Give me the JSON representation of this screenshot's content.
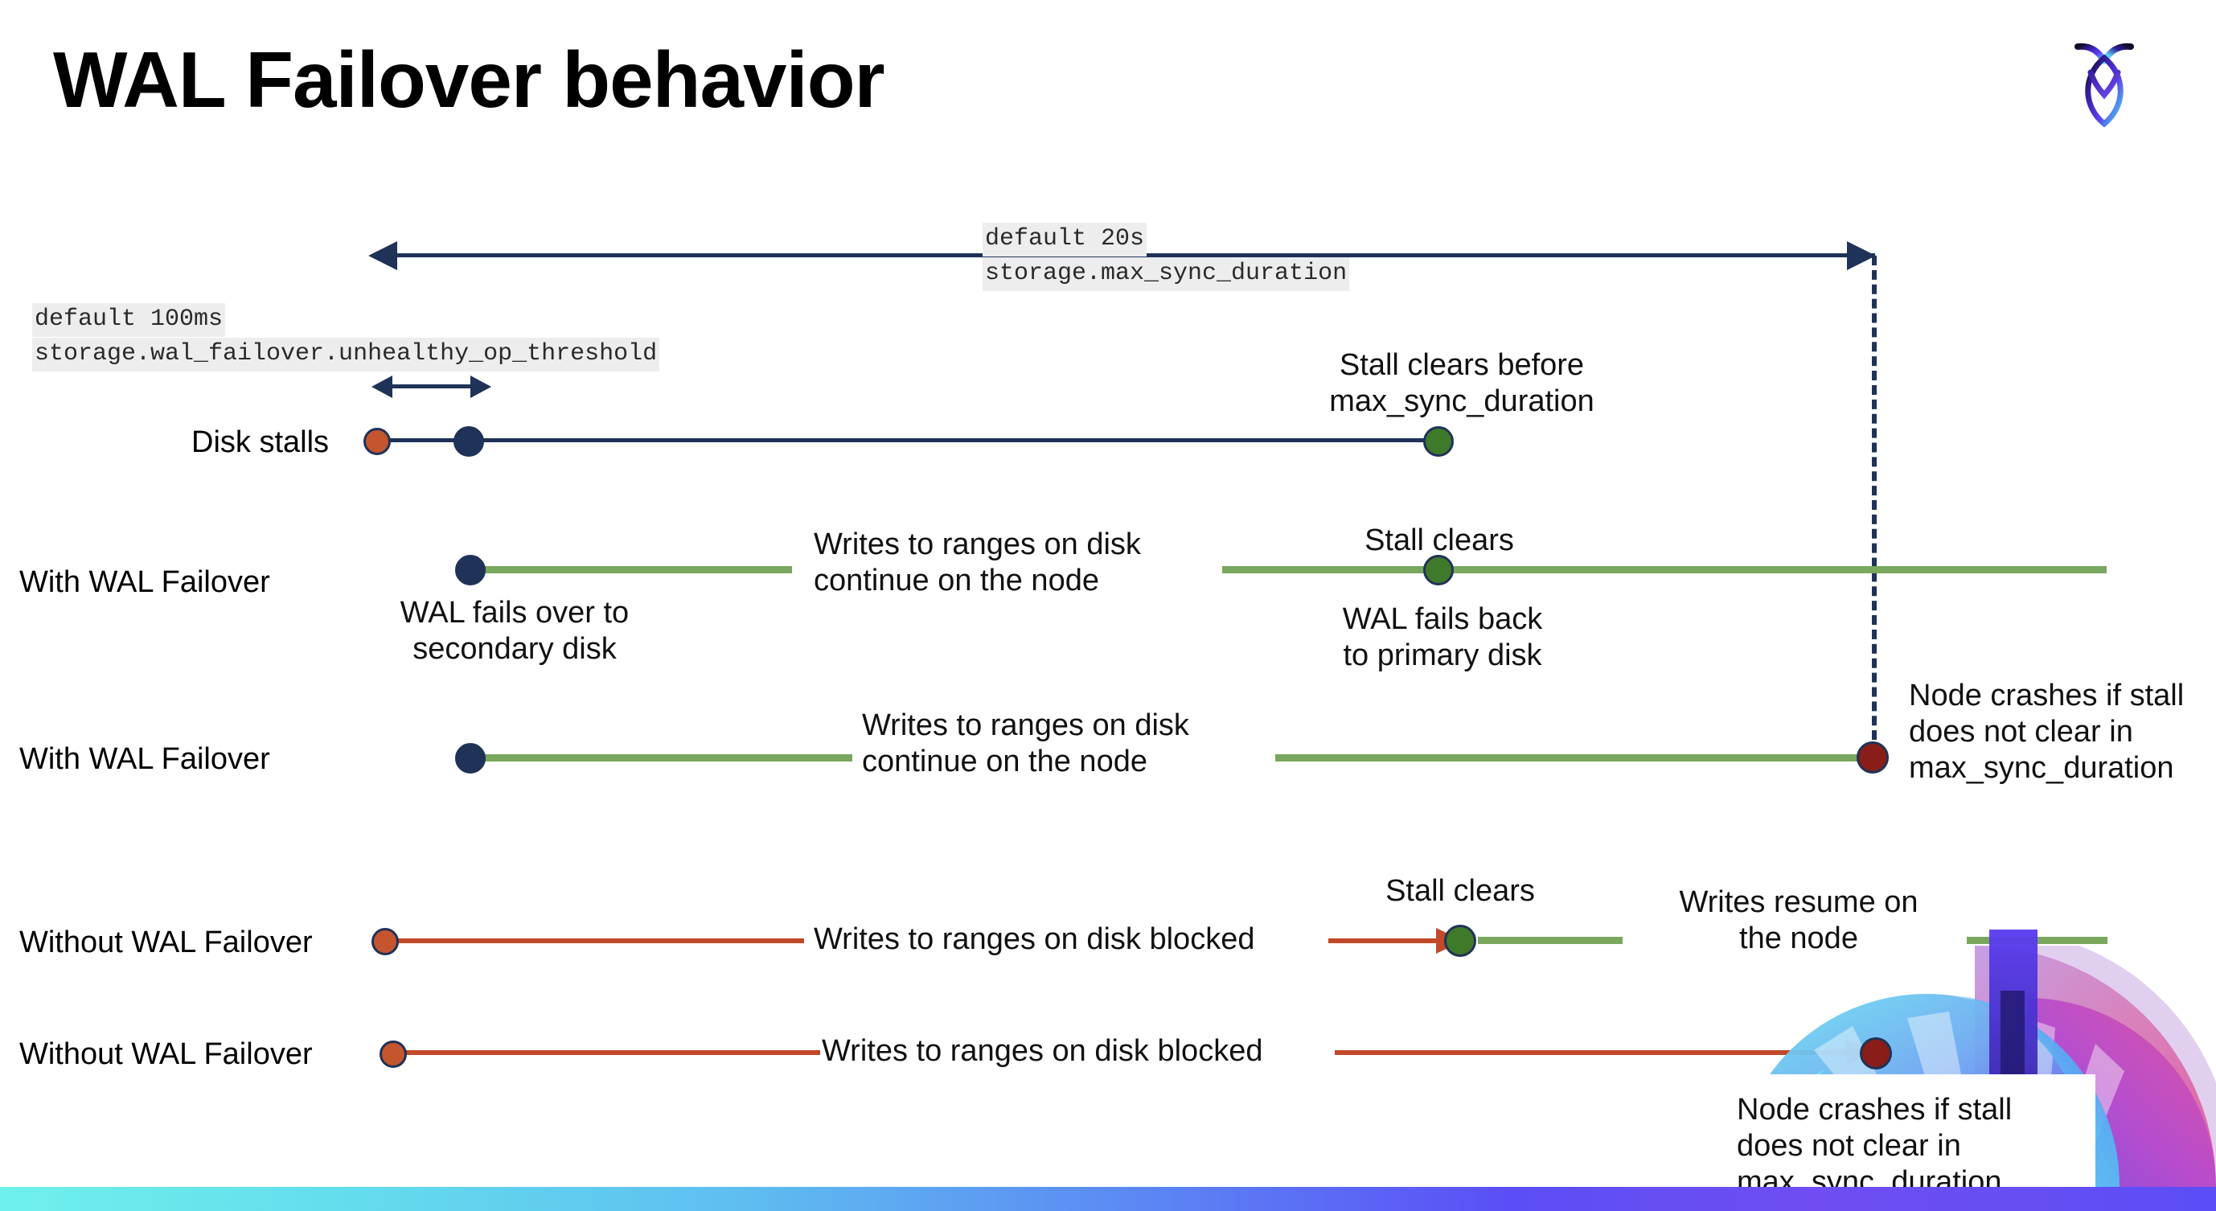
{
  "page": {
    "title": "WAL Failover behavior",
    "logo_name": "cockroachdb-logo"
  },
  "settings": {
    "max_sync_duration": {
      "default_line": "default 20s",
      "name_line": "storage.max_sync_duration"
    },
    "unhealthy_op_threshold": {
      "default_line": "default 100ms",
      "name_line": "storage.wal_failover.unhealthy_op_threshold"
    }
  },
  "rows": [
    {
      "label": "Disk stalls",
      "notes": [
        "Stall clears before\nmax_sync_duration"
      ]
    },
    {
      "label": "With WAL Failover",
      "notes": [
        "WAL fails over to\nsecondary disk",
        "Writes to ranges on disk\ncontinue on the node",
        "Stall clears",
        "WAL fails  back\nto primary disk"
      ]
    },
    {
      "label": "With WAL Failover",
      "notes": [
        "Writes to ranges on disk\ncontinue on the node",
        "Node crashes if stall\ndoes not clear in\nmax_sync_duration"
      ]
    },
    {
      "label": "Without WAL Failover",
      "notes": [
        "Writes to ranges on disk  blocked",
        "Stall clears",
        "Writes resume on\nthe node"
      ]
    },
    {
      "label": "Without WAL Failover",
      "notes": [
        "Writes to ranges on disk  blocked",
        "Node crashes if stall\ndoes not clear in\nmax_sync_duration"
      ]
    }
  ],
  "colors": {
    "navy": "#1f3257",
    "green_line": "#79a75d",
    "green_dot": "#3f7a2a",
    "orange_dot": "#c4552f",
    "red_line": "#c2492a",
    "dark_red_dot": "#8a1d19",
    "code_bg": "#ededed",
    "bar_gradient_start": "#6ff0ec",
    "bar_gradient_end": "#5b4ef6"
  }
}
